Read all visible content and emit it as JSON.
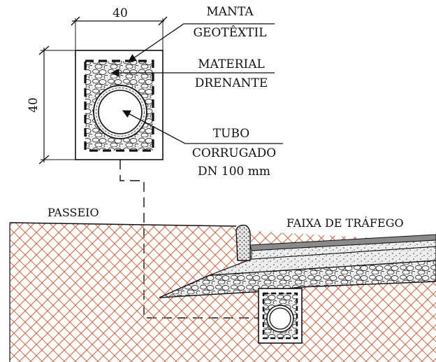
{
  "detail": {
    "width_dim": "40",
    "height_dim": "40",
    "labels": {
      "manta_line1": "MANTA",
      "manta_line2": "GEOTÊXTIL",
      "material_line1": "MATERIAL",
      "material_line2": "DRENANTE",
      "tubo_line1": "TUBO",
      "tubo_line2": "CORRUGADO",
      "tubo_line3": "DN 100 mm"
    }
  },
  "section": {
    "passeio": "PASSEIO",
    "faixa": "FAIXA DE TRÁFEGO"
  },
  "colors": {
    "hatch": "#d8724f",
    "line": "#111111",
    "pavement": "#8a8a8a"
  }
}
